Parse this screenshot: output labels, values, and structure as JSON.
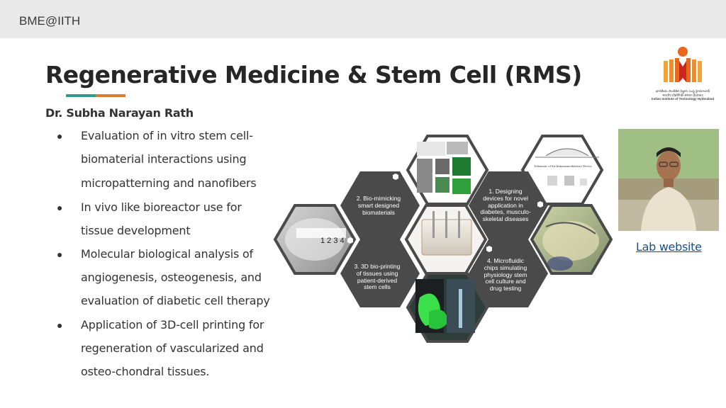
{
  "header": {
    "org": "BME@IITH"
  },
  "slide": {
    "title": "Regenerative Medicine & Stem Cell (RMS)",
    "author": "Dr. Subha Narayan Rath",
    "bullets": [
      {
        "lines": [
          "Evaluation of in vitro stem cell-",
          "biomaterial interactions using",
          "micropatterning and nanofibers"
        ]
      },
      {
        "lines": [
          "In vivo like bioreactor use for",
          "tissue development"
        ]
      },
      {
        "lines": [
          "Molecular biological analysis of",
          "angiogenesis, osteogenesis, and",
          "evaluation of diabetic cell therapy"
        ]
      },
      {
        "lines": [
          "Application of 3D-cell printing for",
          "regeneration of vascularized and",
          "osteo-chondral tissues."
        ]
      }
    ]
  },
  "hexagons": {
    "label_1": [
      "1. Designing",
      "devices for novel",
      "application in",
      "diabetes, musculo-",
      "skeletal diseases"
    ],
    "label_2": [
      "2. Bio-mimicking",
      "smart designed",
      "biomaterials"
    ],
    "label_3": [
      "3. 3D bio-printing",
      "of tissues using",
      "patient-derived",
      "stem cells"
    ],
    "label_4": [
      "4. Microfluidic",
      "chips simulating",
      "physiology stem",
      "cell culture and",
      "drug testing"
    ],
    "image_caption": "Schematic of the Immunomodulatory Device"
  },
  "logo": {
    "text_lines": [
      "భారతీయ సాంకేతిక విజ్ఞాన సంస్థ హైదరాబాద్",
      "भारतीय प्रौद्योगिकी संस्थान हैदराबाद",
      "Indian Institute of Technology Hyderabad"
    ]
  },
  "links": {
    "lab_website": "Lab website"
  },
  "colors": {
    "teal": "#2a9d8f",
    "orange": "#e07b2a",
    "hex_dark": "#4a4a4a",
    "link": "#1a4f8b"
  }
}
